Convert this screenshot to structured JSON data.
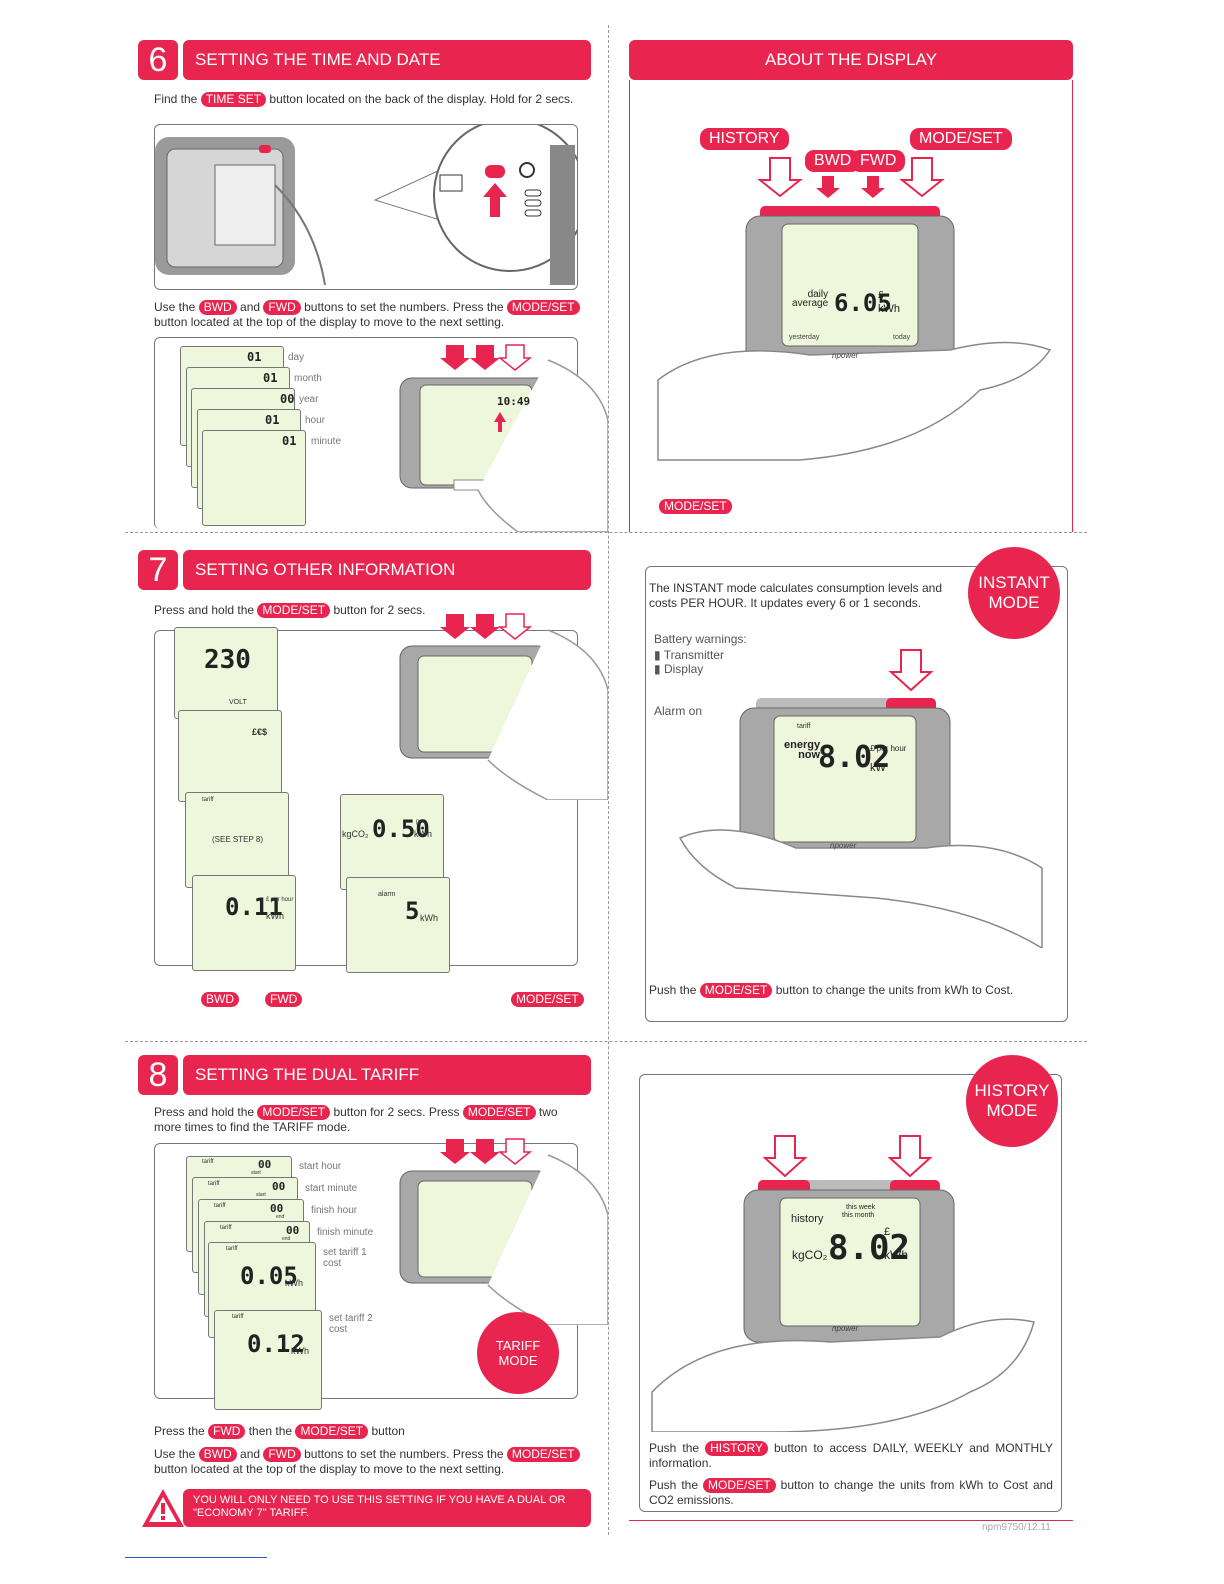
{
  "section6": {
    "number": "6",
    "title": "SETTING THE TIME AND DATE",
    "find_pre": "Find the",
    "find_pill": "TIME SET",
    "find_post": "button located on the back of the display. Hold for 2 secs.",
    "use_pre": "Use the",
    "use_bwd": "BWD",
    "use_and": "and",
    "use_fwd": "FWD",
    "use_mid": "buttons to set the numbers. Press the",
    "use_mode": "MODE/SET",
    "use_post": "button located at the top of the display to move to the next setting.",
    "steps": [
      {
        "value": "01",
        "label": "day"
      },
      {
        "value": "01",
        "label": "month"
      },
      {
        "value": "00",
        "label": "year"
      },
      {
        "value": "01",
        "label": "hour"
      },
      {
        "value": "01",
        "label": "minute"
      }
    ],
    "clock": "10:49"
  },
  "about": {
    "title": "ABOUT THE DISPLAY",
    "history": "HISTORY",
    "bwd": "BWD",
    "fwd": "FWD",
    "mode_set": "MODE/SET",
    "lcd_small": "daily",
    "lcd_small2": "average",
    "lcd_value": "6.05",
    "lcd_unit": "kWh",
    "lcd_pound": "£",
    "lcd_yesterday": "yesterday",
    "lcd_today": "today",
    "brand": "npower",
    "bottom_pill": "MODE/SET"
  },
  "section7": {
    "number": "7",
    "title": "SETTING OTHER INFORMATION",
    "press_pre": "Press and hold the",
    "press_pill": "MODE/SET",
    "press_post": "button for 2 secs.",
    "volt_value": "230",
    "volt_label": "VOLT",
    "currency": "£€$",
    "tariff_label": "tariff",
    "see_step": "(SEE STEP 8)",
    "co2_prefix": "kgCO₂",
    "co2_value": "0.50",
    "co2_unit_top": "per",
    "co2_unit": "kWh",
    "price_value": "0.11",
    "price_unit_top": "£ per hour",
    "price_unit": "kWh",
    "alarm_label": "alarm",
    "alarm_value": "5",
    "alarm_unit": "kWh",
    "bwd": "BWD",
    "fwd": "FWD",
    "mode_set": "MODE/SET"
  },
  "instant": {
    "circle_line1": "INSTANT",
    "circle_line2": "MODE",
    "desc": "The INSTANT mode calculates consumption levels and costs PER HOUR. It updates every 6 or 1   seconds.",
    "battery": "Battery warnings:",
    "transmitter": "Transmitter",
    "display": "Display",
    "alarm": "Alarm on",
    "lcd_top": "tariff",
    "lcd_small": "energy",
    "lcd_small2": "now",
    "lcd_value": "8.02",
    "lcd_unit_top": "£ per hour",
    "lcd_unit": "kW",
    "brand": "npower",
    "push_pre": "Push the",
    "push_pill": "MODE/SET",
    "push_post": "button to change the units from kWh to Cost."
  },
  "section8": {
    "number": "8",
    "title": "SETTING THE DUAL TARIFF",
    "press_pre": "Press and hold the",
    "press_pill1": "MODE/SET",
    "press_mid": "button for 2 secs. Press",
    "press_pill2": "MODE/SET",
    "press_post": "two more times to find the TARIFF mode.",
    "steps": [
      {
        "value": "00",
        "label": "start hour",
        "sub": "start"
      },
      {
        "value": "00",
        "label": "start minute",
        "sub": "start"
      },
      {
        "value": "00",
        "label": "finish hour",
        "sub": "end"
      },
      {
        "value": "00",
        "label": "finish minute",
        "sub": "end"
      },
      {
        "value": "0.05",
        "label": "set tariff 1 cost",
        "sub": "kWh"
      },
      {
        "value": "0.12",
        "label": "set tariff 2 cost",
        "sub": "kWh"
      }
    ],
    "tariff_word": "tariff",
    "circle_line1": "TARIFF",
    "circle_line2": "MODE",
    "fwd_pre": "Press the",
    "fwd_pill": "FWD",
    "fwd_mid": "then the",
    "fwd_pill2": "MODE/SET",
    "fwd_post": "button",
    "use_pre": "Use the",
    "use_bwd": "BWD",
    "use_and": "and",
    "use_fwd": "FWD",
    "use_mid": "buttons to set the numbers.  Press the",
    "use_mode": "MODE/SET",
    "use_post": "button located at the top of the display to move to the next setting.",
    "warning": "YOU WILL ONLY NEED TO USE THIS SETTING IF YOU HAVE A DUAL OR \"ECONOMY 7\" TARIFF."
  },
  "history": {
    "circle_line1": "HISTORY",
    "circle_line2": "MODE",
    "lcd_small": "history",
    "lcd_week": "this week",
    "lcd_month": "this month",
    "lcd_prefix": "kgCO₂",
    "lcd_value": "8.02",
    "lcd_pound": "£",
    "lcd_unit": "kWh",
    "brand": "npower",
    "push1_pre": "Push the",
    "push1_pill": "HISTORY",
    "push1_post": "button to access DAILY, WEEKLY and MONTHLY information.",
    "push2_pre": "Push the",
    "push2_pill": "MODE/SET",
    "push2_post": "button to change the units from kWh to Cost and CO2 emissions."
  },
  "footer_code": "npm9750/12.11"
}
